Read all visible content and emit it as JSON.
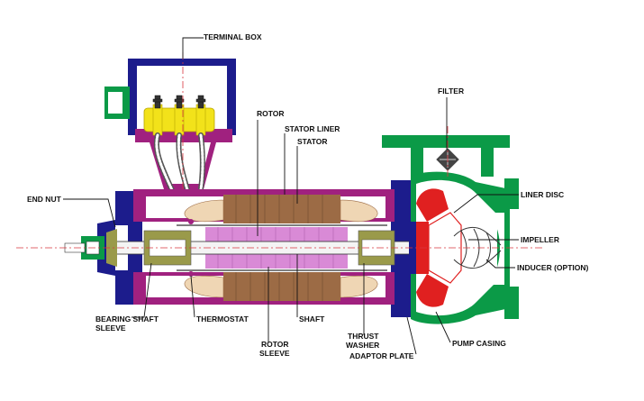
{
  "labels": {
    "terminal_box": "TERMINAL BOX",
    "filter": "FILTER",
    "rotor": "ROTOR",
    "stator_liner": "STATOR LINER",
    "stator": "STATOR",
    "end_nut": "END NUT",
    "liner_disc": "LINER DISC",
    "impeller": "IMPELLER",
    "inducer": "INDUCER (OPTION)",
    "bearing_line1": "BEARING SHAFT",
    "bearing_line2": "SLEEVE",
    "thermostat": "THERMOSTAT",
    "shaft": "SHAFT",
    "rotor_sleeve_line1": "ROTOR",
    "rotor_sleeve_line2": "SLEEVE",
    "thrust_line1": "THRUST",
    "thrust_line2": "WASHER",
    "pump_casing": "PUMP CASING",
    "adaptor_plate": "ADAPTOR PLATE"
  },
  "colors": {
    "housing": "#1c1c8c",
    "frame": "#a0217f",
    "pump_casing": "#0b9a47",
    "impeller": "#e02020",
    "rotor_core": "#d98ad6",
    "winding": "#9c6b45",
    "end_turn": "#efd6b4",
    "terminal": "#f2e21a",
    "bearing": "#9a9a4a",
    "centerline": "#d9363e"
  }
}
